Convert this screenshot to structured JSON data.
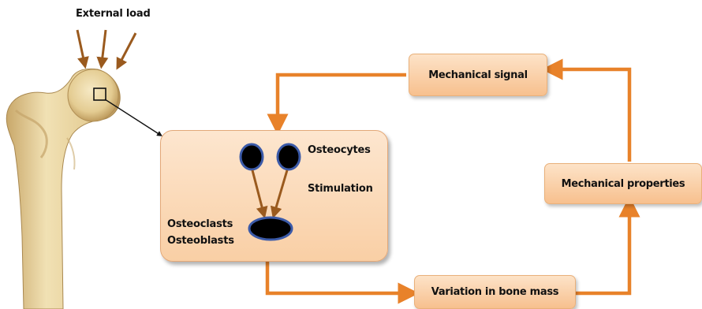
{
  "diagram": {
    "external_load": "External load",
    "mechanical_signal": "Mechanical signal",
    "mechanical_properties": "Mechanical properties",
    "variation_bone_mass": "Variation in bone mass",
    "osteocytes": "Osteocytes",
    "stimulation": "Stimulation",
    "osteoclasts": "Osteoclasts",
    "osteoblasts": "Osteoblasts"
  },
  "colors": {
    "flow_arrow": "#e8822a",
    "load_arrow": "#9a5a1e",
    "box_fill_light": "#fde3c8",
    "box_fill_dark": "#f7c08e",
    "cell_fill": "#000000",
    "cell_ring": "#3b5aa8",
    "bone": "#e9d5a0"
  },
  "icons": [
    "femur-bone-illustration",
    "bone-cell-icon"
  ]
}
